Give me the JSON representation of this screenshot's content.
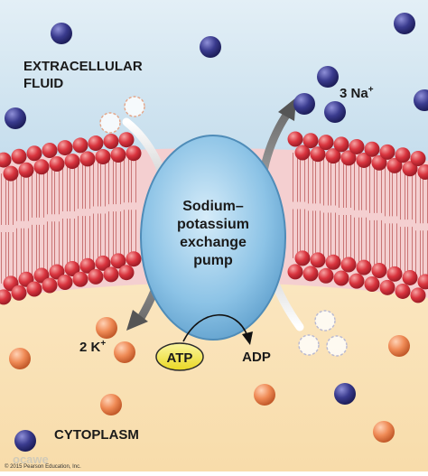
{
  "labels": {
    "extracellular_line1": "EXTRACELLULAR",
    "extracellular_line2": "FLUID",
    "cytoplasm": "CYTOPLASM",
    "sodium_count": "3 Na",
    "sodium_charge": "+",
    "potassium_count": "2 K",
    "potassium_charge": "+",
    "pump_line1": "Sodium–",
    "pump_line2": "potassium",
    "pump_line3": "exchange",
    "pump_line4": "pump",
    "atp": "ATP",
    "adp": "ADP",
    "copyright": "© 2015 Pearson Education, Inc.",
    "watermark": "ocawe"
  },
  "colors": {
    "extracellular": "#cfe3ef",
    "cytoplasm": "#fbe4b8",
    "membrane_core": "#f6cfcf",
    "phospholipid_head": "#d9343e",
    "pump": "#8cc3e6",
    "sodium_ion": "#3a3b8e",
    "potassium_ion": "#ef8a55",
    "atp_badge": "#f3e83e",
    "arrow": "#9a9a9a"
  }
}
